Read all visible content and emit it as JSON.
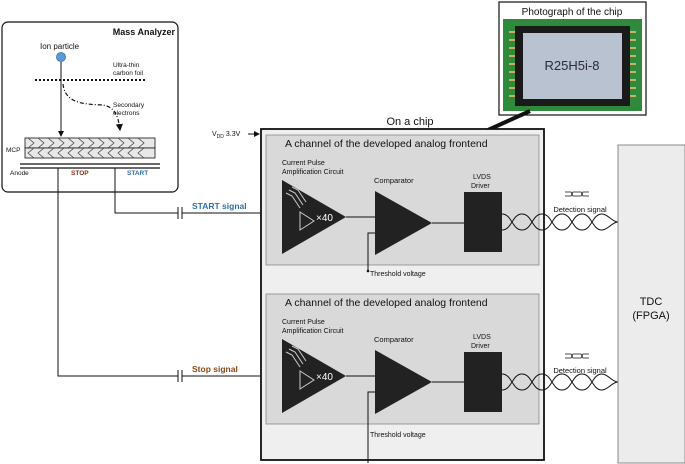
{
  "mass_analyzer": {
    "title": "Mass Analyzer",
    "ion_particle": "Ion particle",
    "foil_line1": "Ultra-thin",
    "foil_line2": "carbon foil",
    "secondary_line1": "Secondary",
    "secondary_line2": "electrons",
    "mcp": "MCP",
    "anode": "Anode",
    "stop": "STOP",
    "start": "START"
  },
  "photo": {
    "label": "Photograph of the chip",
    "chip_marking": "R25H5i-8"
  },
  "chip": {
    "label": "On a chip",
    "vdd_prefix": "V",
    "vdd_sub": "DD",
    "vdd_value": "3.3V"
  },
  "channels": [
    {
      "title": "A channel of the developed analog frontend",
      "amp_line1": "Current Pulse",
      "amp_line2": "Amplification Circuit",
      "gain": "×40",
      "comparator": "Comparator",
      "lvds_line1": "LVDS",
      "lvds_line2": "Driver",
      "threshold": "Threshold voltage",
      "detection": "Detection signal",
      "input_signal": "START signal"
    },
    {
      "title": "A channel of the developed analog frontend",
      "amp_line1": "Current Pulse",
      "amp_line2": "Amplification Circuit",
      "gain": "×40",
      "comparator": "Comparator",
      "lvds_line1": "LVDS",
      "lvds_line2": "Driver",
      "threshold": "Threshold voltage",
      "detection": "Detection signal",
      "input_signal": "Stop signal"
    }
  ],
  "tdc": {
    "line1": "TDC",
    "line2": "(FPGA)"
  },
  "colors": {
    "start": "#2e6fa8",
    "stop_text": "#8b2a1a",
    "stop_signal": "#8b4513",
    "ion": "#5b9bd5",
    "channel_bg": "#d9d9d9",
    "chip_bg": "#efefef",
    "photo_bg": "#2f8a3c"
  }
}
